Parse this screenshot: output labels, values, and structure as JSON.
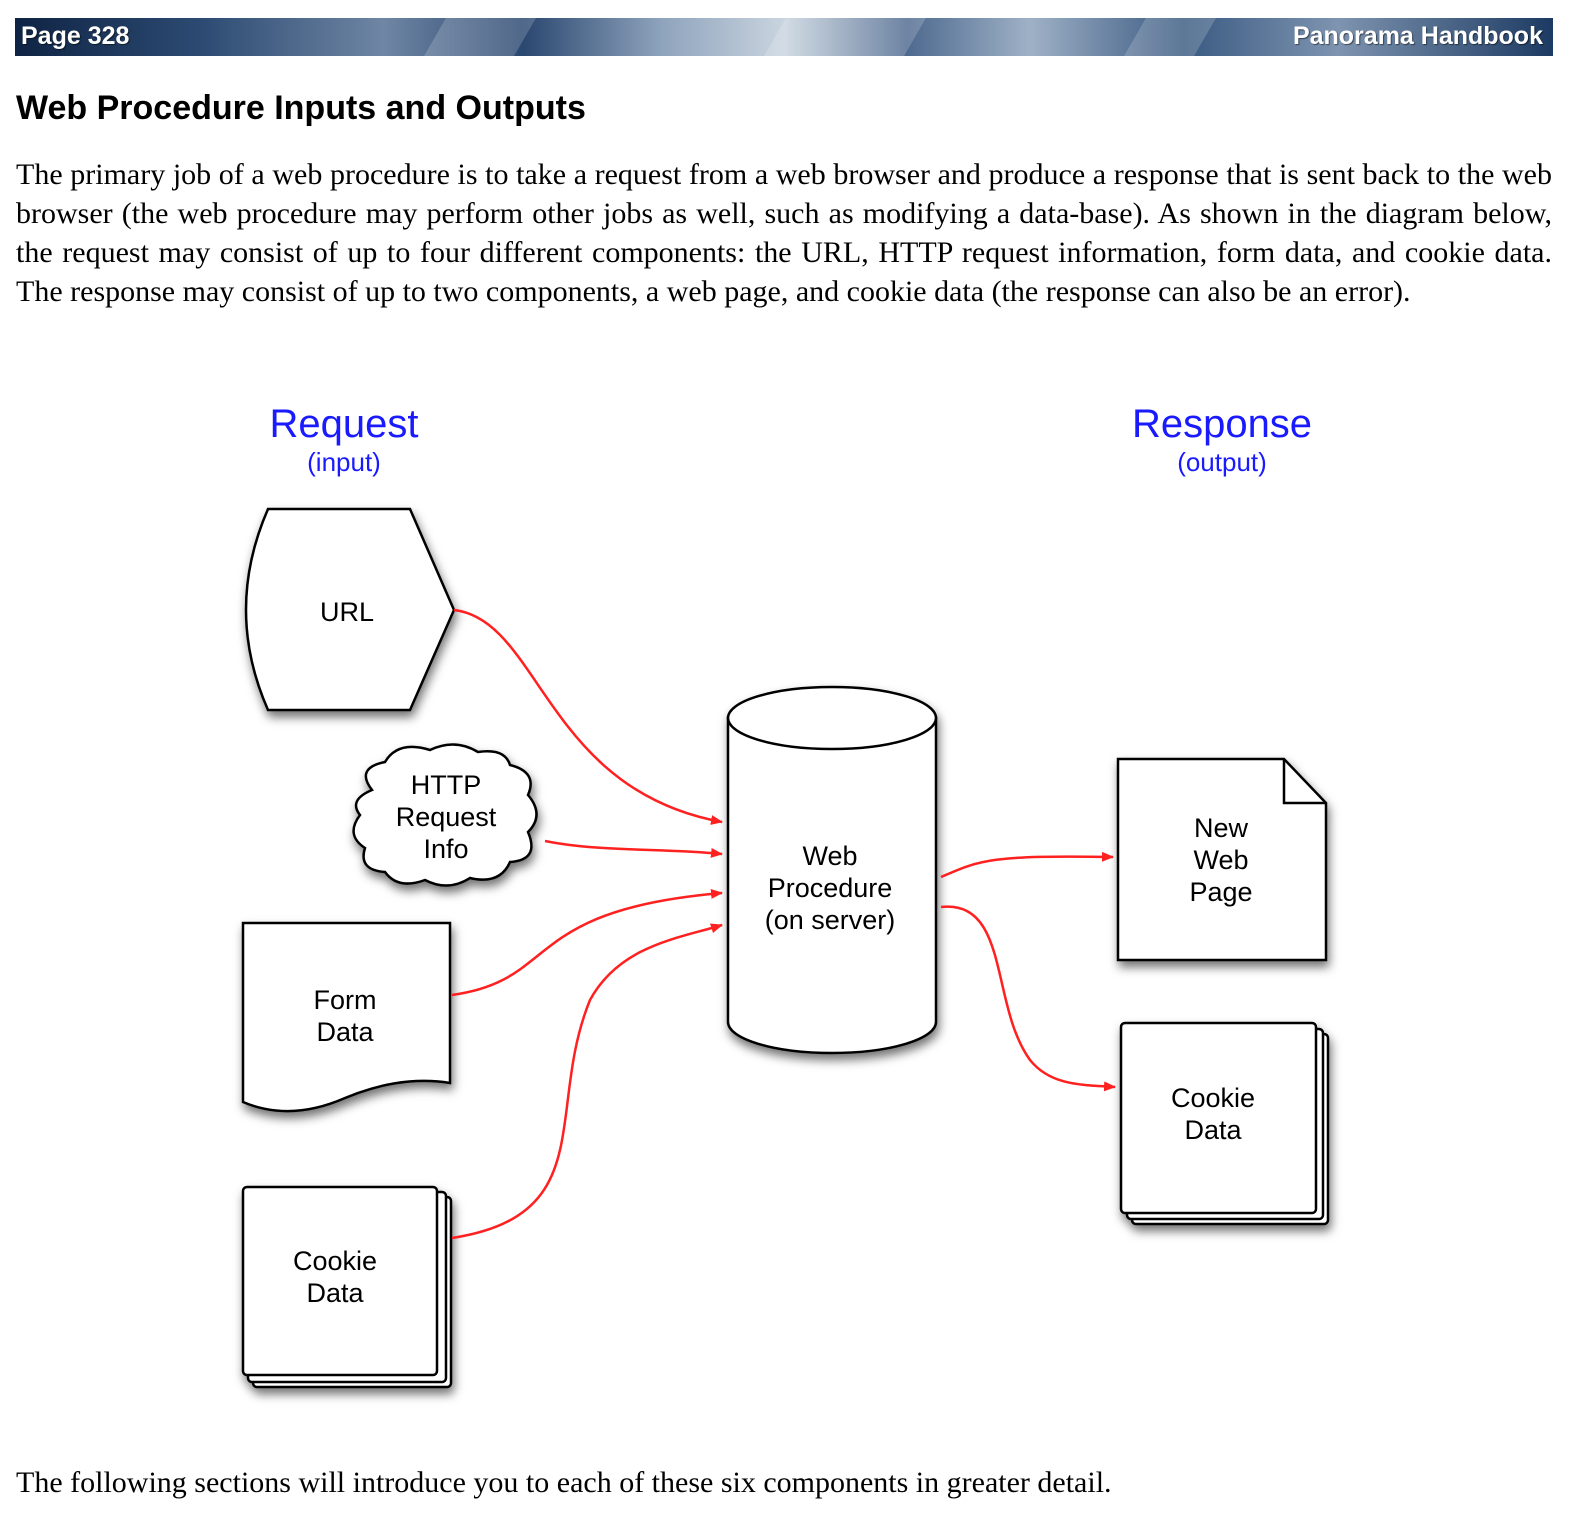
{
  "header": {
    "page_label": "Page 328",
    "book_title": "Panorama Handbook"
  },
  "section": {
    "heading": "Web Procedure Inputs and Outputs",
    "intro": "The primary job of a web procedure is to take a request from a web browser and produce a response that is sent back to the web browser (the web procedure may perform other jobs as well, such as modifying a data-base). As shown in the diagram below, the request may consist of up to four different components: the URL, HTTP request information, form data, and cookie data. The response may consist of up to two components, a web page, and cookie data (the response can also be an error).",
    "closing": "The following sections will introduce you to each of these six components in greater detail."
  },
  "diagram": {
    "request_title": "Request",
    "request_sub": "(input)",
    "response_title": "Response",
    "response_sub": "(output)",
    "url_label": "URL",
    "http_line1": "HTTP",
    "http_line2": "Request",
    "http_line3": "Info",
    "form_line1": "Form",
    "form_line2": "Data",
    "cookie_in_line1": "Cookie",
    "cookie_in_line2": "Data",
    "proc_line1": "Web",
    "proc_line2": "Procedure",
    "proc_line3": "(on server)",
    "page_line1": "New",
    "page_line2": "Web",
    "page_line3": "Page",
    "cookie_out_line1": "Cookie",
    "cookie_out_line2": "Data",
    "title_color": "#1a1aff",
    "arrow_color": "#ff2020"
  }
}
